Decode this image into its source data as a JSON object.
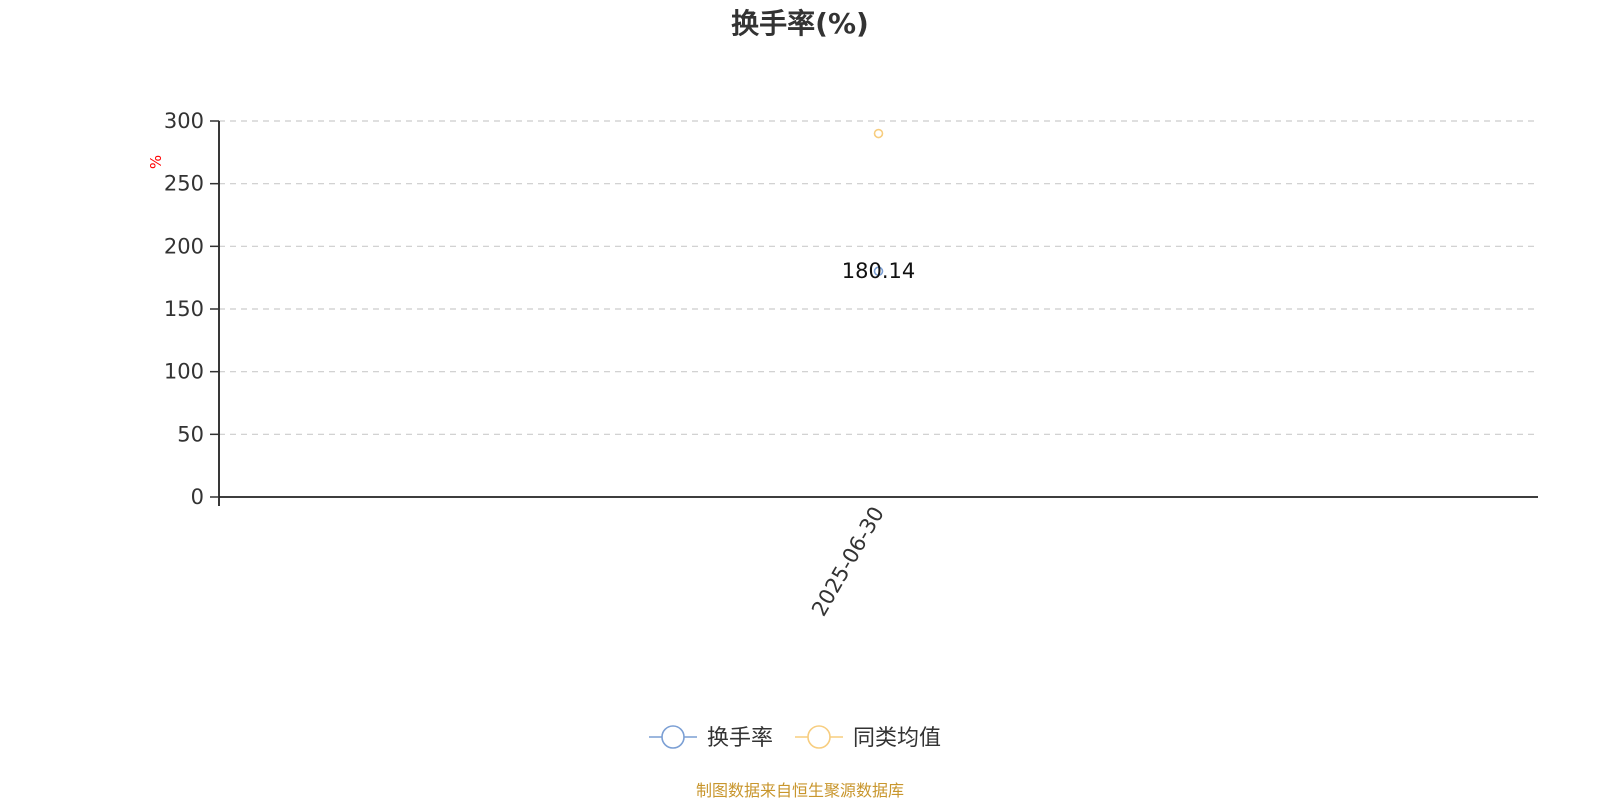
{
  "chart_data": {
    "type": "scatter",
    "title": "换手率(%)",
    "ylabel": "%",
    "xlabel": "",
    "categories": [
      "2025-06-30"
    ],
    "ylim": [
      0,
      300
    ],
    "yticks": [
      0,
      50,
      100,
      150,
      200,
      250,
      300
    ],
    "grid": true,
    "legend_position": "bottom-center",
    "series": [
      {
        "name": "换手率",
        "values": [
          180.14
        ],
        "color": "#7b9fd4",
        "show_labels": true
      },
      {
        "name": "同类均值",
        "values": [
          290
        ],
        "color": "#f7cd7f",
        "show_labels": false
      }
    ]
  },
  "footer": {
    "source": "制图数据来自恒生聚源数据库"
  }
}
